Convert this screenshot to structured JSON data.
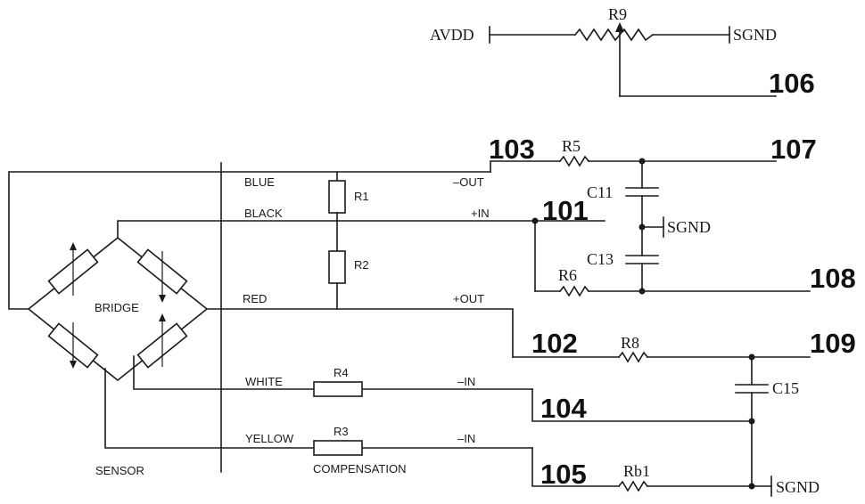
{
  "top": {
    "avdd": "AVDD",
    "r9": "R9",
    "sgnd": "SGND",
    "ref_106": "106"
  },
  "sensor": {
    "blue": "BLUE",
    "black": "BLACK",
    "red": "RED",
    "white": "WHITE",
    "yellow": "YELLOW",
    "r1": "R1",
    "r2": "R2",
    "r3": "R3",
    "r4": "R4",
    "bridge": "BRIDGE",
    "sensor_label": "SENSOR",
    "compensation": "COMPENSATION",
    "minus_out": "–OUT",
    "plus_in": "+IN",
    "plus_out": "+OUT",
    "minus_in_1": "–IN",
    "minus_in_2": "–IN"
  },
  "filter": {
    "r5": "R5",
    "r6": "R6",
    "c11": "C11",
    "c13": "C13",
    "sgnd": "SGND",
    "r8": "R8",
    "c15": "C15",
    "rb1": "Rb1",
    "sgnd_bottom": "SGND"
  },
  "refs": {
    "n101": "101",
    "n102": "102",
    "n103": "103",
    "n104": "104",
    "n105": "105",
    "n107": "107",
    "n108": "108",
    "n109": "109"
  }
}
